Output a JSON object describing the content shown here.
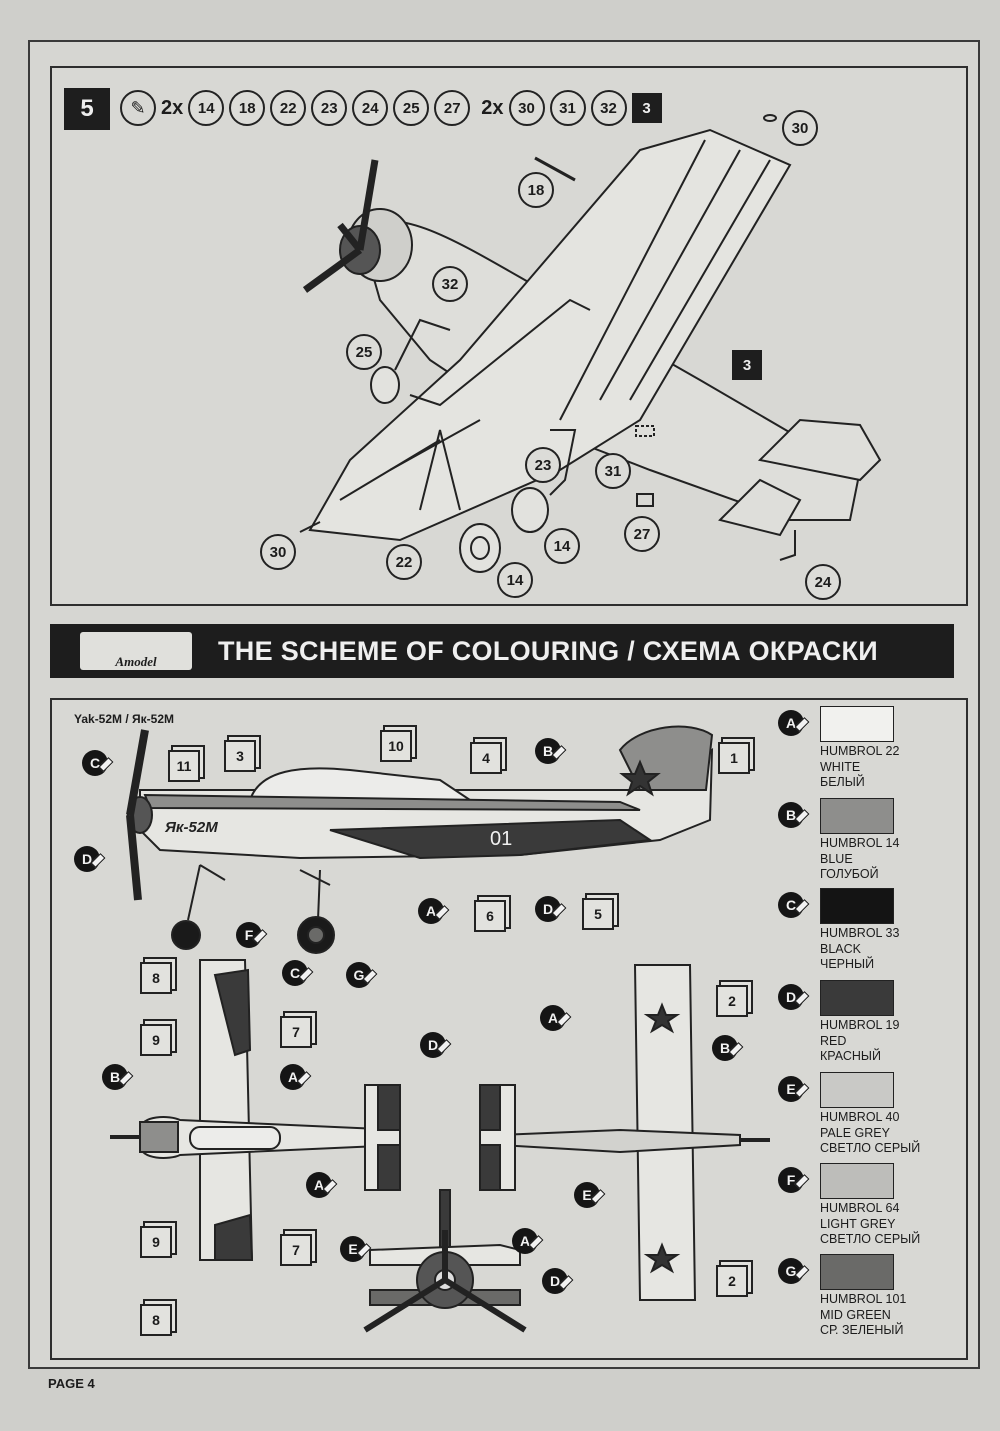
{
  "step": {
    "number": "5",
    "multiplier_a": "2x",
    "parts_a": [
      "14",
      "18",
      "22",
      "23",
      "24",
      "25",
      "27"
    ],
    "multiplier_b": "2x",
    "parts_b": [
      "30",
      "31",
      "32"
    ],
    "ref_block": "3",
    "callouts": [
      "30",
      "18",
      "32",
      "25",
      "3",
      "23",
      "31",
      "27",
      "22",
      "14",
      "14",
      "30",
      "24"
    ]
  },
  "banner": {
    "logo_text": "Amodel",
    "title": "THE SCHEME OF COLOURING / СХЕМА ОКРАСКИ"
  },
  "scheme": {
    "aircraft_label": "Yak-52M / Як-52M",
    "fuselage_text": "Як-52М",
    "tail_number": "01",
    "decal_labels": [
      "11",
      "3",
      "10",
      "4",
      "1",
      "6",
      "5",
      "8",
      "7",
      "9",
      "2",
      "2",
      "9",
      "7",
      "8"
    ],
    "colour_labels": [
      "C",
      "D",
      "B",
      "A",
      "D",
      "F",
      "C",
      "G",
      "B",
      "A",
      "D",
      "A",
      "B",
      "A",
      "E",
      "E",
      "A",
      "D"
    ]
  },
  "legend": [
    {
      "letter": "A",
      "code": "HUMBROL 22",
      "en": "WHITE",
      "ru": "БЕЛЫЙ",
      "color": "#f1f1ee"
    },
    {
      "letter": "B",
      "code": "HUMBROL 14",
      "en": "BLUE",
      "ru": "ГОЛУБОЙ",
      "color": "#8e8e8c"
    },
    {
      "letter": "C",
      "code": "HUMBROL 33",
      "en": "BLACK",
      "ru": "ЧЕРНЫЙ",
      "color": "#141414"
    },
    {
      "letter": "D",
      "code": "HUMBROL 19",
      "en": "RED",
      "ru": "КРАСНЫЙ",
      "color": "#3a3a3a"
    },
    {
      "letter": "E",
      "code": "HUMBROL 40",
      "en": "PALE GREY",
      "ru": "СВЕТЛО СЕРЫЙ",
      "color": "#c9c9c6"
    },
    {
      "letter": "F",
      "code": "HUMBROL 64",
      "en": "LIGHT GREY",
      "ru": "СВЕТЛО СЕРЫЙ",
      "color": "#bdbdba"
    },
    {
      "letter": "G",
      "code": "HUMBROL 101",
      "en": "MID GREEN",
      "ru": "СР. ЗЕЛЕНЫЙ",
      "color": "#6a6a68"
    }
  ],
  "footer": {
    "page": "PAGE 4"
  }
}
